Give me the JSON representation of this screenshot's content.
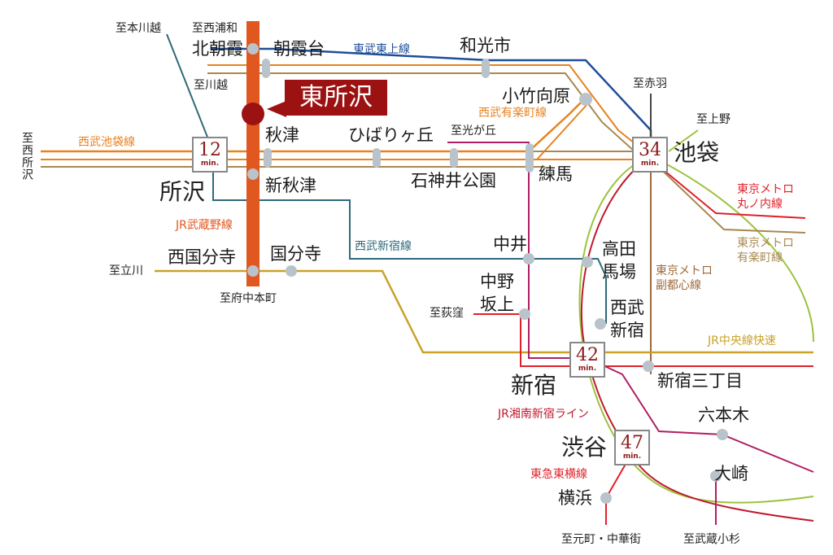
{
  "home_station": "東所沢",
  "stations": {
    "kitaasaka": "北朝霞",
    "asakadai": "朝霞台",
    "wakoshi": "和光市",
    "kotakemukaihara": "小竹向原",
    "akitsu": "秋津",
    "hibarigaoka": "ひばりヶ丘",
    "shinakitsu": "新秋津",
    "shakujii": "石神井公園",
    "nerima": "練馬",
    "ikebukuro": "池袋",
    "tokorozawa": "所沢",
    "nishikokubunji": "西国分寺",
    "kokubunji": "国分寺",
    "nakai": "中井",
    "takadanobaba": "高田\n馬場",
    "nakanosakaue": "中野\n坂上",
    "seibushinjuku": "西武\n新宿",
    "shinjuku": "新宿",
    "shinjukusanchome": "新宿三丁目",
    "roppongi": "六本木",
    "shibuya": "渋谷",
    "osaki": "大崎",
    "yokohama": "横浜"
  },
  "directions": {
    "honkawagoe": "至本川越",
    "nishiurawa": "至西浦和",
    "kawagoe": "至川越",
    "nishitokorozawa": "至西所沢",
    "akabane": "至赤羽",
    "ueno": "至上野",
    "hikarigaoka": "至光が丘",
    "tachikawa": "至立川",
    "fuchuhonmachi": "至府中本町",
    "ogikubo": "至荻窪",
    "motomachi": "至元町・中華街",
    "musashikosugi": "至武蔵小杉"
  },
  "lines": {
    "tobu_tojo": "東武東上線",
    "seibu_ikebukuro": "西武池袋線",
    "seibu_yurakucho": "西武有楽町線",
    "jr_musashino": "JR武蔵野線",
    "seibu_shinjuku": "西武新宿線",
    "metro_marunouchi": "東京メトロ\n丸ノ内線",
    "metro_yurakucho": "東京メトロ\n有楽町線",
    "metro_fukutoshin": "東京メトロ\n副都心線",
    "jr_chuo": "JR中央線快速",
    "jr_shonan": "JR湘南新宿ライン",
    "tokyu_toyoko": "東急東横線"
  },
  "times": {
    "tokorozawa": "12",
    "ikebukuro": "34",
    "shinjuku": "42",
    "shibuya": "47",
    "unit": "min."
  },
  "colors": {
    "musashino": "#e0571f",
    "tobu_tojo": "#1e4e9a",
    "seibu_orange": "#e8821e",
    "seibu_shinjuku": "#2e6a7a",
    "red": "#e0202a",
    "brown": "#a88850",
    "metro_fukutoshin": "#9c6a3a",
    "chuo": "#c9a227",
    "yamanote": "#9cc23c",
    "shonan": "#c0182c",
    "oedo": "#b01f63",
    "home": "#9c1212"
  }
}
